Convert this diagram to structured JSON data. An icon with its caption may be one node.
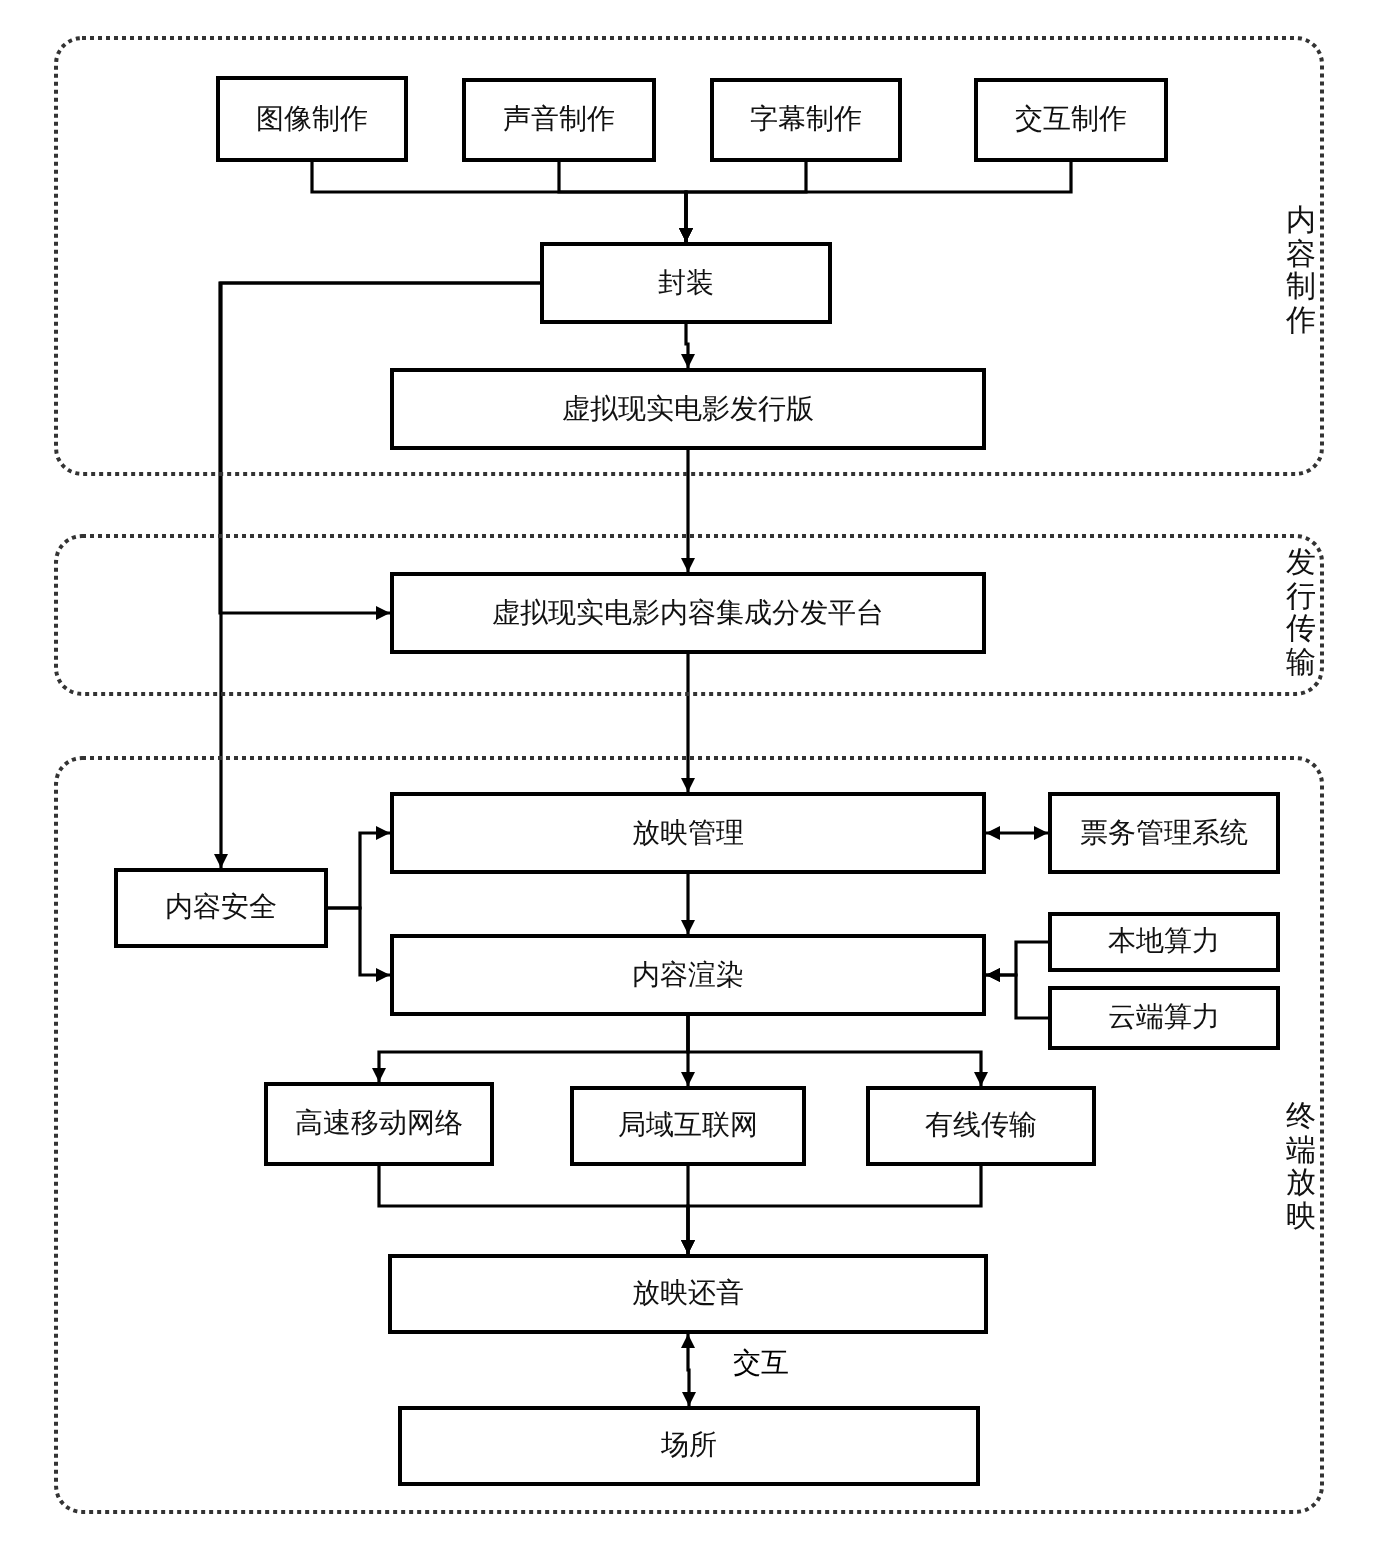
{
  "diagram": {
    "nodes": [
      {
        "text": [
          "内容制作"
        ]
      },
      {
        "text": [
          "图像制作"
        ],
        "in": 0
      },
      {
        "text": [
          "声音制作"
        ],
        "in": 0
      },
      {
        "text": [
          "字幕制作"
        ],
        "in": 0
      },
      {
        "text": [
          "交互制作"
        ],
        "in": 0
      },
      {
        "text": [
          "封装"
        ],
        "in": 0
      },
      {
        "text": [
          "虚拟现实电影发行版"
        ],
        "in": 0
      },
      {
        "text": [
          "发行传输"
        ]
      },
      {
        "text": [
          "虚拟现实电影内容集成分发平台"
        ],
        "in": 7
      },
      {
        "text": [
          "终端放映"
        ]
      },
      {
        "text": [
          "放映管理"
        ],
        "in": 9
      },
      {
        "text": [
          "票务管理系统"
        ],
        "in": 9
      },
      {
        "text": [
          "内容安全"
        ],
        "in": 9
      },
      {
        "text": [
          "内容渲染"
        ],
        "in": 9
      },
      {
        "text": [
          "本地算力"
        ],
        "in": 9
      },
      {
        "text": [
          "云端算力"
        ],
        "in": 9
      },
      {
        "text": [
          "高速移动网络"
        ],
        "in": 9
      },
      {
        "text": [
          "局域互联网"
        ],
        "in": 9
      },
      {
        "text": [
          "有线传输"
        ],
        "in": 9
      },
      {
        "text": [
          "放映还音"
        ],
        "in": 9
      },
      {
        "text": [
          "场所"
        ],
        "in": 9
      }
    ],
    "edges": [
      {
        "from": 1,
        "to": 5,
        "arrow": "to"
      },
      {
        "from": 2,
        "to": 5,
        "arrow": "to"
      },
      {
        "from": 3,
        "to": 5,
        "arrow": "to"
      },
      {
        "from": 4,
        "to": 5,
        "arrow": "to"
      },
      {
        "from": 5,
        "to": 6,
        "arrow": "to"
      },
      {
        "from": 6,
        "to": 8,
        "arrow": "to"
      },
      {
        "from": 5,
        "to": 8,
        "arrow": "to"
      },
      {
        "from": 5,
        "to": 12,
        "arrow": "to"
      },
      {
        "from": 8,
        "to": 10,
        "arrow": "to"
      },
      {
        "from": 10,
        "to": 11,
        "arrow": "both"
      },
      {
        "from": 12,
        "to": 10,
        "arrow": "to"
      },
      {
        "from": 12,
        "to": 13,
        "arrow": "to"
      },
      {
        "from": 10,
        "to": 13,
        "arrow": "to"
      },
      {
        "from": 14,
        "to": 13,
        "arrow": "to"
      },
      {
        "from": 15,
        "to": 13,
        "arrow": "to"
      },
      {
        "from": 13,
        "to": 16,
        "arrow": "to"
      },
      {
        "from": 13,
        "to": 17,
        "arrow": "to"
      },
      {
        "from": 13,
        "to": 18,
        "arrow": "to"
      },
      {
        "from": 16,
        "to": 19,
        "arrow": "to"
      },
      {
        "from": 17,
        "to": 19,
        "arrow": "to"
      },
      {
        "from": 18,
        "to": 19,
        "arrow": "to"
      },
      {
        "from": 19,
        "to": 20,
        "arrow": "both",
        "label": "交互"
      }
    ]
  }
}
